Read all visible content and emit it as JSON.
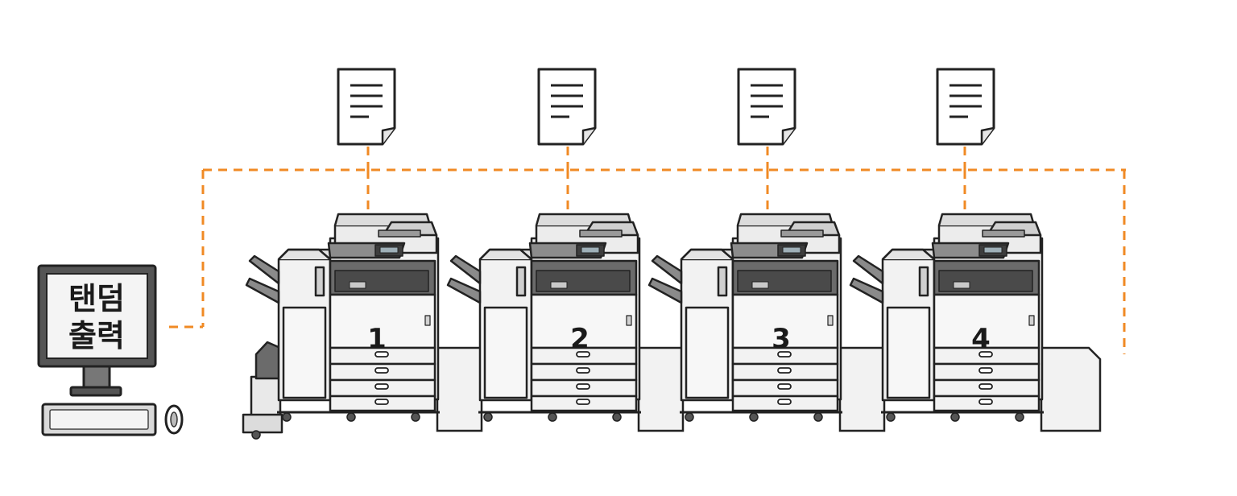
{
  "computer": {
    "screen_line1": "탠덤",
    "screen_line2": "출력",
    "icon": "desktop-computer-icon"
  },
  "document_icon": "document-icon",
  "printers": [
    {
      "number": "1",
      "icon": "printer-icon"
    },
    {
      "number": "2",
      "icon": "printer-icon"
    },
    {
      "number": "3",
      "icon": "printer-icon"
    },
    {
      "number": "4",
      "icon": "printer-icon"
    }
  ],
  "colors": {
    "connector": "#F08A24",
    "outline": "#222222",
    "body_fill": "#f2f2f2",
    "panel_dark": "#6b6b6b"
  }
}
